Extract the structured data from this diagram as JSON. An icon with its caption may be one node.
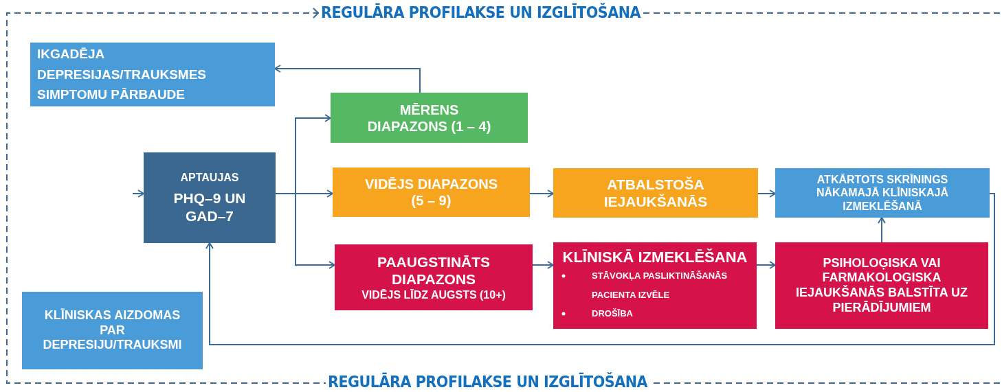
{
  "diagram": {
    "nodes": [
      {
        "text": [
          "IKGADĒJA DEPRESIJAS/TRAUKSMES SIMPTOMU PĀRBAUDE"
        ]
      },
      {
        "text": [
          "APTAUJAS",
          "PHQ–9 UN GAD–7"
        ]
      },
      {
        "text": [
          "MĒRENS DIAPAZONS (1 – 4)"
        ]
      },
      {
        "text": [
          "VIDĒJS DIAPAZONS (5 – 9)"
        ]
      },
      {
        "text": [
          "ATBALSTOŠA IEJAUKŠANĀS"
        ]
      },
      {
        "text": [
          "ATKĀRTOTS SKRĪNINGS NĀKAMAJĀ KLĪNISKAJĀ IZMEKLĒŠANĀ"
        ]
      },
      {
        "text": [
          "PAAUGSTINĀTS DIAPAZONS",
          "VIDĒJS LĪDZ AUGSTS (10+)"
        ]
      },
      {
        "text": [
          "KLĪNISKĀ IZMEKLĒŠANA",
          "STĀVOKĻA PASLIKTINĀŠANĀS",
          "PACIENTA IZVĒLE",
          "DROŠĪBA"
        ]
      },
      {
        "text": [
          "PSIHOLOĢISKA VAI FARMAKOLOĢISKA IEJAUKŠANĀS BALSTĪTA UZ PIERĀDĪJUMIEM"
        ]
      },
      {
        "text": [
          "KLĪNISKAS AIZDOMAS PAR DEPRESIJU/TRAUKSMI"
        ]
      }
    ],
    "edges": [
      {
        "from": 2,
        "to": 0,
        "arrow": "to"
      },
      {
        "from": 1,
        "to": 2,
        "arrow": "to"
      },
      {
        "from": 1,
        "to": 3,
        "arrow": "to"
      },
      {
        "from": 1,
        "to": 6,
        "arrow": "to"
      },
      {
        "from": 3,
        "to": 4,
        "arrow": "to"
      },
      {
        "from": 4,
        "to": 5,
        "arrow": "to"
      },
      {
        "from": 6,
        "to": 7,
        "arrow": "to"
      },
      {
        "from": 7,
        "to": 8,
        "arrow": "to"
      },
      {
        "from": 8,
        "to": 5,
        "arrow": "to"
      },
      {
        "from": 5,
        "to": 1,
        "arrow": "to"
      },
      {
        "from": null,
        "to": 1,
        "arrow": "to"
      }
    ],
    "labels": [
      "REGULĀRA PROFILAKSE UN IZGLĪTOŠANA",
      "REGULĀRA PROFILAKSE UN IZGLĪTOŠANA"
    ]
  }
}
